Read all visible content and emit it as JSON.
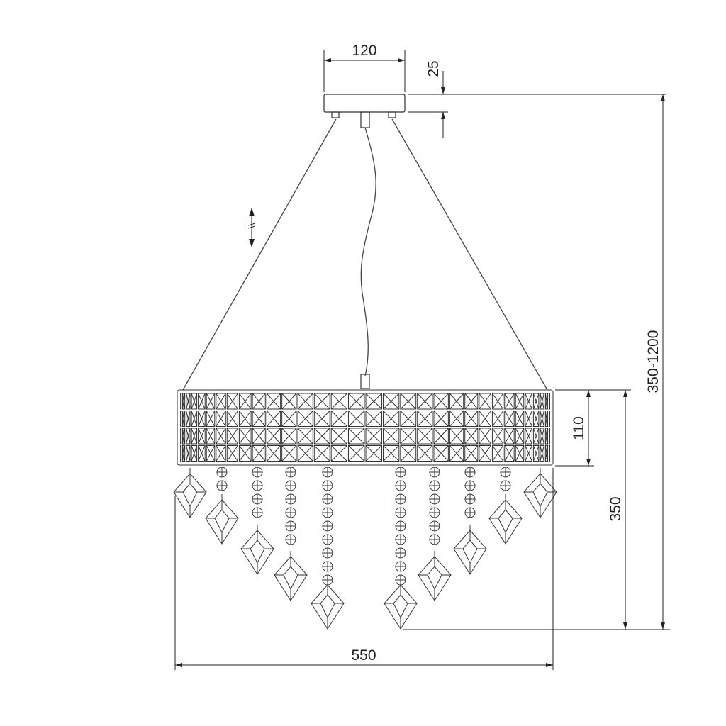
{
  "dimensions": {
    "canopy_width": "120",
    "canopy_height": "25",
    "total_height": "350-1200",
    "band_height": "110",
    "fixture_height": "350",
    "diameter": "550"
  },
  "colors": {
    "line": "#333333"
  }
}
